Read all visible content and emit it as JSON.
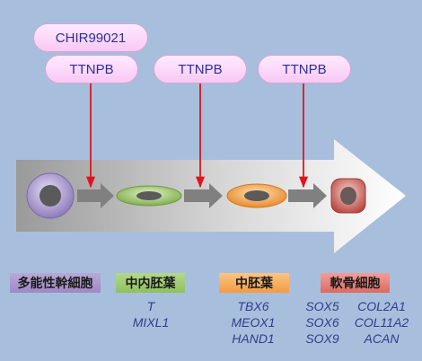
{
  "factors": {
    "chir": "CHIR99021",
    "ttnpb": [
      "TTNPB",
      "TTNPB",
      "TTNPB"
    ]
  },
  "stages": [
    "多能性幹細胞",
    "中内胚葉",
    "中胚葉",
    "軟骨細胞"
  ],
  "markers": {
    "mesendoderm": [
      "T",
      "MIXL1"
    ],
    "mesoderm": [
      "TBX6",
      "MEOX1",
      "HAND1"
    ],
    "chondrocyte_left": [
      "SOX5",
      "SOX6",
      "SOX9"
    ],
    "chondrocyte_right": [
      "COL2A1",
      "COL11A2",
      "ACAN"
    ]
  },
  "colors": {
    "background": "#a7bfdc",
    "pill_text": "#2d2f95",
    "inhibition_line": "#e0141e",
    "stage_pluripotent": "#a897cf",
    "stage_mesendoderm": "#9fcb70",
    "stage_mesoderm": "#f5a953",
    "stage_chondrocyte": "#e27c75",
    "marker_text": "#2e3d8c"
  }
}
